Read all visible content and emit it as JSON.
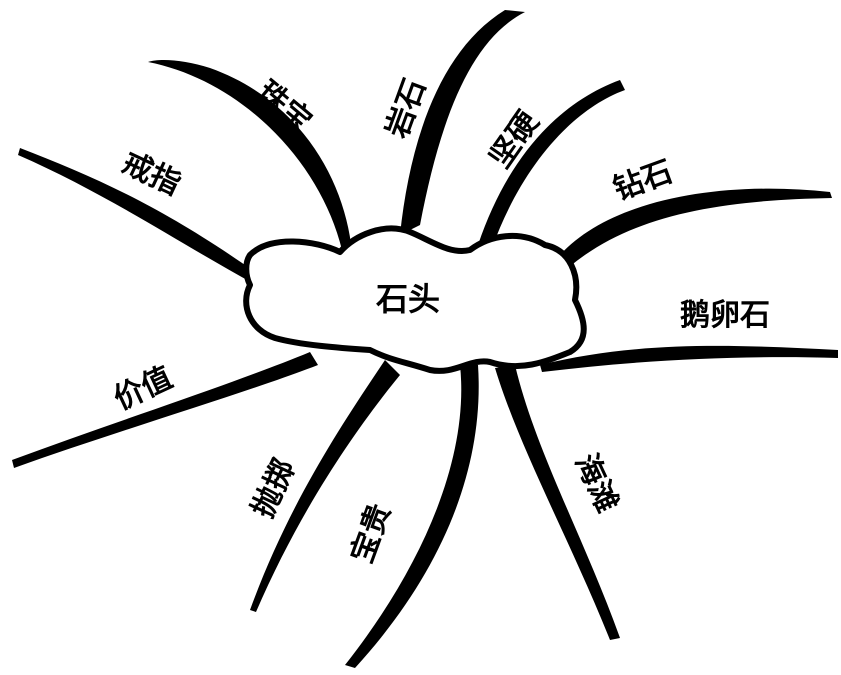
{
  "center": {
    "label": "石头"
  },
  "branches": [
    {
      "id": "ring",
      "label": "戒指"
    },
    {
      "id": "jewelry",
      "label": "珠宝"
    },
    {
      "id": "rock",
      "label": "岩石"
    },
    {
      "id": "hard",
      "label": "坚硬"
    },
    {
      "id": "diamond",
      "label": "钻石"
    },
    {
      "id": "pebble",
      "label": "鹅卵石"
    },
    {
      "id": "value",
      "label": "价值"
    },
    {
      "id": "throw",
      "label": "抛掷"
    },
    {
      "id": "precious",
      "label": "宝贵"
    },
    {
      "id": "beach",
      "label": "海滩"
    }
  ],
  "colors": {
    "ink": "#000000",
    "paper": "#ffffff"
  }
}
